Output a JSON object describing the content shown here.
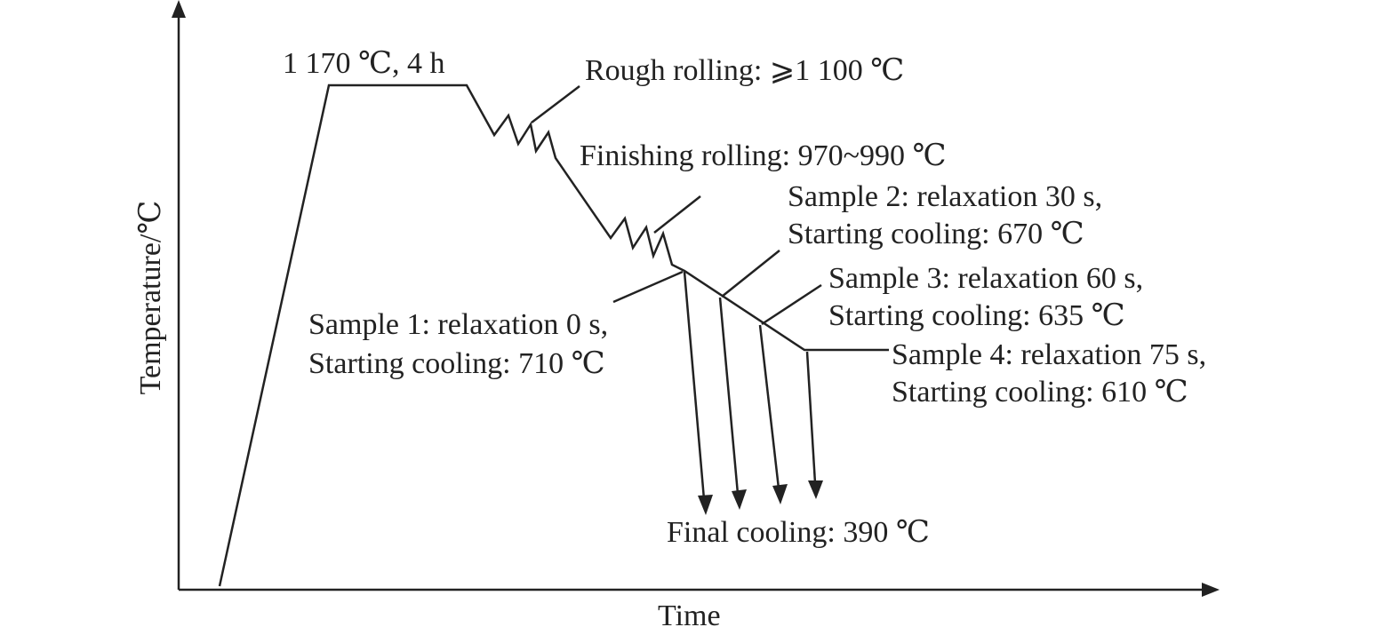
{
  "diagram": {
    "axes": {
      "ylabel": "Temperature/℃",
      "xlabel": "Time"
    },
    "annotations": {
      "soak": "1 170 ℃, 4 h",
      "rough": "Rough rolling: ⩾1 100 ℃",
      "finish": "Finishing rolling: 970~990 ℃",
      "sample2_line1": "Sample 2: relaxation 30 s,",
      "sample2_line2": "Starting cooling: 670 ℃",
      "sample3_line1": "Sample 3: relaxation 60 s,",
      "sample3_line2": "Starting cooling: 635 ℃",
      "sample1_line1": "Sample 1: relaxation 0 s,",
      "sample1_line2": "Starting cooling: 710 ℃",
      "sample4_line1": "Sample 4: relaxation 75 s,",
      "sample4_line2": "Starting cooling: 610 ℃",
      "final": "Final cooling: 390 ℃"
    },
    "line_color": "#222222"
  }
}
